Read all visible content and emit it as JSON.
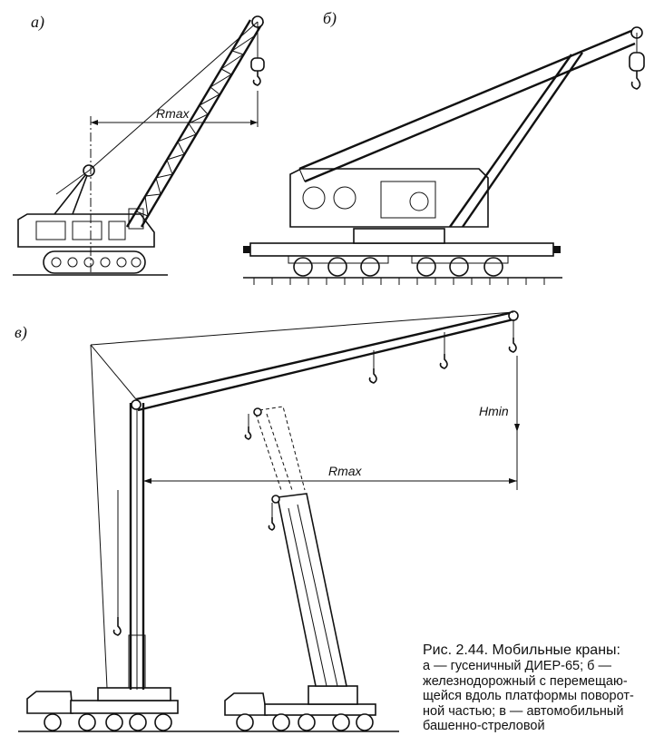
{
  "labels": {
    "a": "а)",
    "b": "б)",
    "v": "в)"
  },
  "dimensions": {
    "rmax_a": "Rmax",
    "rmax_v": "Rmax",
    "hmin_v": "Hmin"
  },
  "caption": {
    "title": "Рис. 2.44. Мобильные краны:",
    "lines": [
      "а — гусеничный ДИЕР-65; б —",
      "железнодорожный с перемещаю-",
      "щейся вдоль платформы поворот-",
      "ной частью; в — автомобильный",
      "башенно-стреловой"
    ]
  }
}
